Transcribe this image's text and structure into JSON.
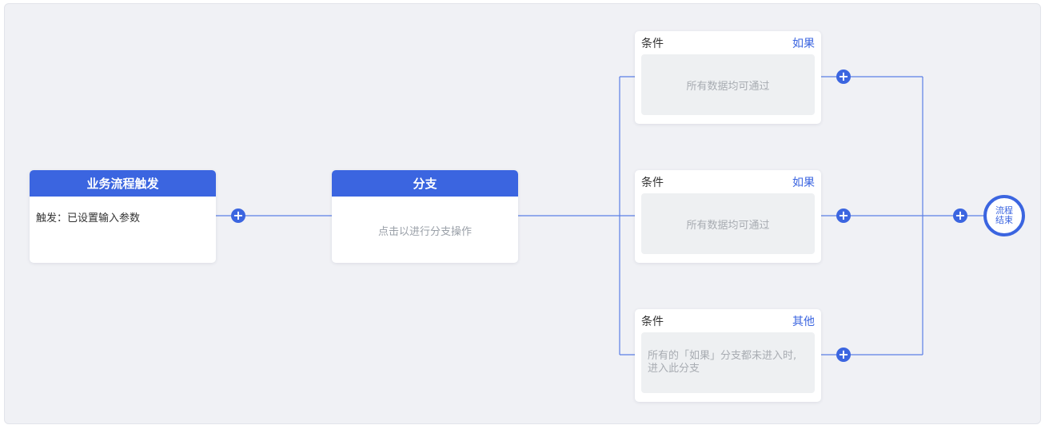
{
  "colors": {
    "accent": "#3b65e0",
    "canvas": "#f0f1f5",
    "line": "#5b7fe6"
  },
  "trigger": {
    "title": "业务流程触发",
    "text": "触发：已设置输入参数"
  },
  "branch": {
    "title": "分支",
    "placeholder": "点击以进行分支操作"
  },
  "conditions": [
    {
      "label": "条件",
      "kind": "如果",
      "text": "所有数据均可通过"
    },
    {
      "label": "条件",
      "kind": "如果",
      "text": "所有数据均可通过"
    },
    {
      "label": "条件",
      "kind": "其他",
      "text_line1": "所有的「如果」分支都未进入时,",
      "text_line2": "进入此分支"
    }
  ],
  "add_icon": "plus-icon",
  "end": {
    "line1": "流程",
    "line2": "结束"
  }
}
